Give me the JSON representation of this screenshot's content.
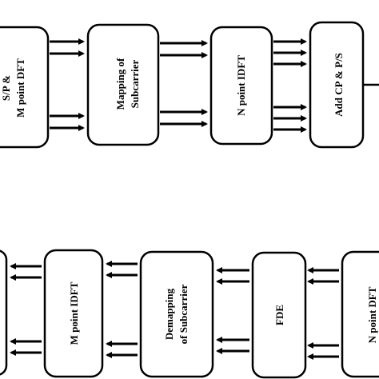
{
  "diagram": {
    "top_row": {
      "dft": {
        "line1": "S/P &",
        "line2": "M point DFT"
      },
      "mapping": {
        "line1": "Mapping of",
        "line2": "Subcarrier"
      },
      "idft": {
        "line1": "N point IDFT"
      },
      "add_cp": {
        "line1": "Add CP & P/S"
      }
    },
    "bottom_row": {
      "m_idft": {
        "line1": "M point IDFT"
      },
      "demapping": {
        "line1": "Demapping",
        "line2": "of Subcarrier"
      },
      "fde": {
        "line1": "FDE"
      },
      "n_dft": {
        "line1": "N point DFT"
      }
    },
    "colors": {
      "stroke": "#000000",
      "fill": "#ffffff"
    }
  }
}
